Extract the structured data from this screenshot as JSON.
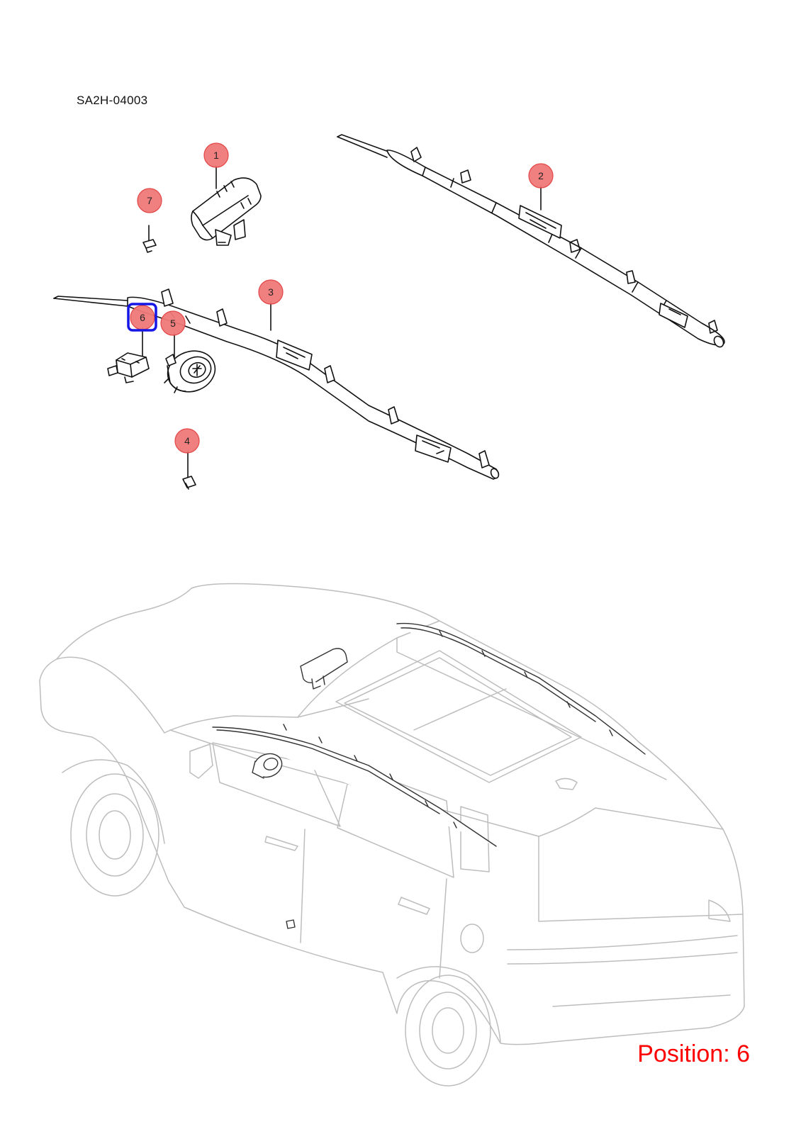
{
  "diagram": {
    "code": "SA2H-04003",
    "position_label": "Position: 6",
    "selected_position": "6",
    "colors": {
      "callout_fill": "#f07a7a",
      "selection": "#1515e6",
      "position_text": "#ff0000"
    }
  },
  "callouts": [
    {
      "label": "1"
    },
    {
      "label": "2"
    },
    {
      "label": "3"
    },
    {
      "label": "4"
    },
    {
      "label": "5"
    },
    {
      "label": "6"
    },
    {
      "label": "7"
    }
  ]
}
